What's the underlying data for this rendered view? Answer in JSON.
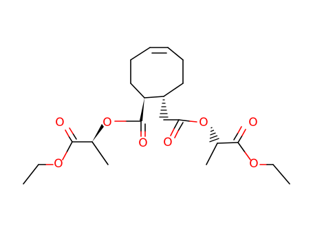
{
  "molecule": {
    "colors": {
      "bond": "#000000",
      "oxygen": "#ff0000",
      "background": "#ffffff"
    },
    "atom_labels": [
      "O",
      "O",
      "O",
      "O",
      "O",
      "O",
      "O",
      "O"
    ]
  }
}
